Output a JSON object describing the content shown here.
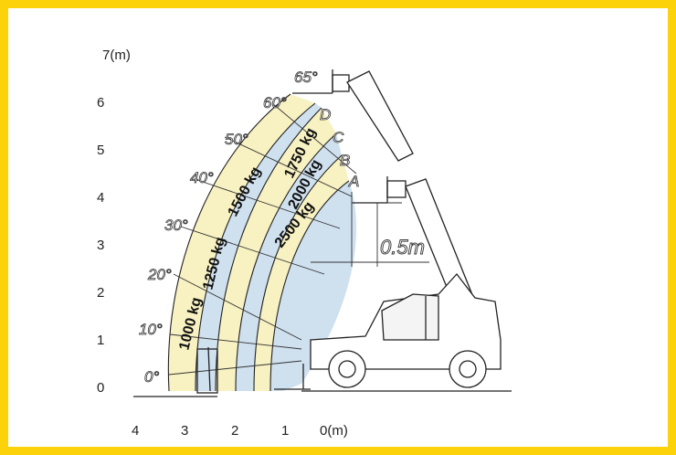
{
  "colors": {
    "border": "#fcd20a",
    "band_yellow": "#f8f1c2",
    "band_blue": "#cfe0ef",
    "line": "#222222"
  },
  "y_axis": {
    "labels": [
      "7(m)",
      "6",
      "5",
      "4",
      "3",
      "2",
      "1",
      "0"
    ]
  },
  "x_axis": {
    "labels": [
      "4",
      "3",
      "2",
      "1",
      "0(m)"
    ]
  },
  "angles": [
    "0°",
    "10°",
    "20°",
    "30°",
    "40°",
    "50°",
    "60°",
    "65°"
  ],
  "zones": [
    "A",
    "B",
    "C",
    "D"
  ],
  "loads": [
    "1000 kg",
    "1250 kg",
    "1500 kg",
    "1750 kg",
    "2000 kg",
    "2500 kg"
  ],
  "extension": "0.5m"
}
